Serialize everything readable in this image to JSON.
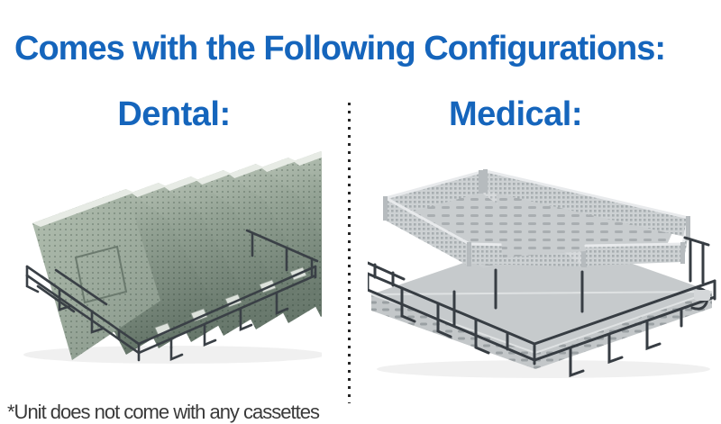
{
  "title": "Comes with the Following Configurations:",
  "sections": {
    "dental": {
      "label": "Dental:",
      "illustration": "dental-cassette-rack-render"
    },
    "medical": {
      "label": "Medical:",
      "illustration": "medical-basket-rack-render"
    }
  },
  "footnote": "*Unit does not come with any cassettes",
  "colors": {
    "heading_blue": "#1565BC",
    "footnote_gray": "#3A3A3A",
    "divider_dot": "#262626",
    "cassette_green": "#9AA89C",
    "basket_gray": "#CDD1D3",
    "wire_dark": "#3A4046"
  }
}
